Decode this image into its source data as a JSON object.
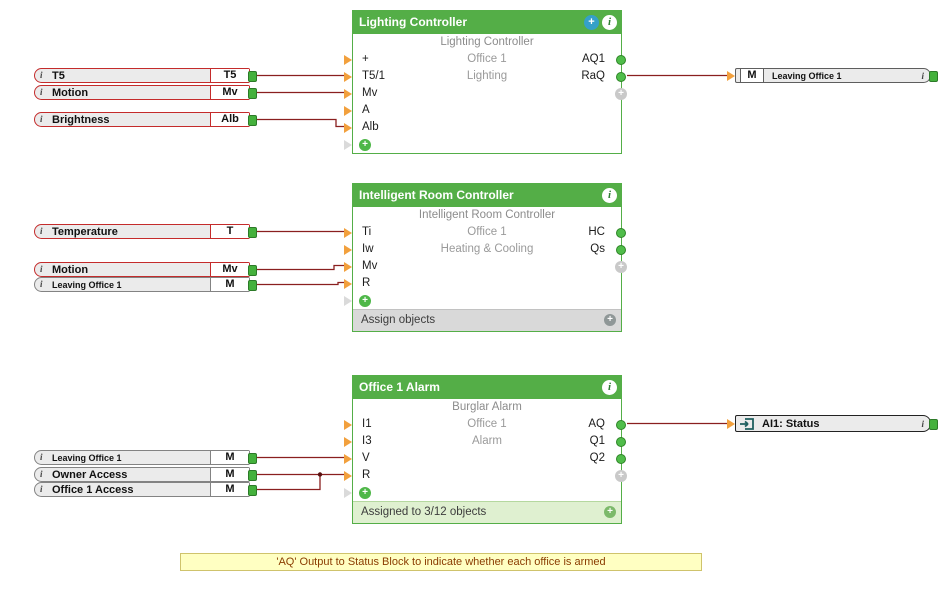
{
  "glyphs": {
    "info": "i",
    "plus": "+"
  },
  "blocks": {
    "lighting": {
      "title": "Lighting Controller",
      "subtitle": "Lighting Controller",
      "rows": [
        {
          "in": "+",
          "center": "Office 1",
          "out": "AQ1"
        },
        {
          "in": "T5/1",
          "center": "Lighting",
          "out": "RaQ"
        },
        {
          "in": "Mv"
        },
        {
          "in": "A"
        },
        {
          "in": "Alb"
        }
      ]
    },
    "room": {
      "title": "Intelligent Room Controller",
      "subtitle": "Intelligent Room Controller",
      "rows": [
        {
          "in": "Ti",
          "center": "Office 1",
          "out": "HC"
        },
        {
          "in": "Iw",
          "center": "Heating & Cooling",
          "out": "Qs"
        },
        {
          "in": "Mv"
        },
        {
          "in": "R"
        }
      ],
      "footer": "Assign objects"
    },
    "alarm": {
      "title": "Office 1 Alarm",
      "subtitle": "Burglar Alarm",
      "rows": [
        {
          "in": "I1",
          "center": "Office 1",
          "out": "AQ"
        },
        {
          "in": "I3",
          "center": "Alarm",
          "out": "Q1"
        },
        {
          "in": "V",
          "out": "Q2"
        },
        {
          "in": "R"
        }
      ],
      "footer": "Assigned to 3/12 objects"
    }
  },
  "input_refs": [
    {
      "label": "T5",
      "tag": "T5"
    },
    {
      "label": "Motion",
      "tag": "Mv"
    },
    {
      "label": "Brightness",
      "tag": "Alb"
    },
    {
      "label": "Temperature",
      "tag": "T"
    },
    {
      "label": "Motion",
      "tag": "Mv"
    },
    {
      "label": "Leaving Office 1",
      "tag": "M"
    },
    {
      "label": "Leaving Office 1",
      "tag": "M"
    },
    {
      "label": "Owner Access",
      "tag": "M"
    },
    {
      "label": "Office 1 Access",
      "tag": "M"
    }
  ],
  "output_refs": {
    "memory": {
      "tag": "M",
      "label": "Leaving Office 1"
    },
    "status": {
      "label": "AI1: Status"
    }
  },
  "note": "'AQ' Output to Status Block to indicate whether each office is armed",
  "colors": {
    "block_green": "#54ae47",
    "wire": "#8a1f1f",
    "input_red": "#c42b2b",
    "arrow_orange": "#f2a03d"
  }
}
